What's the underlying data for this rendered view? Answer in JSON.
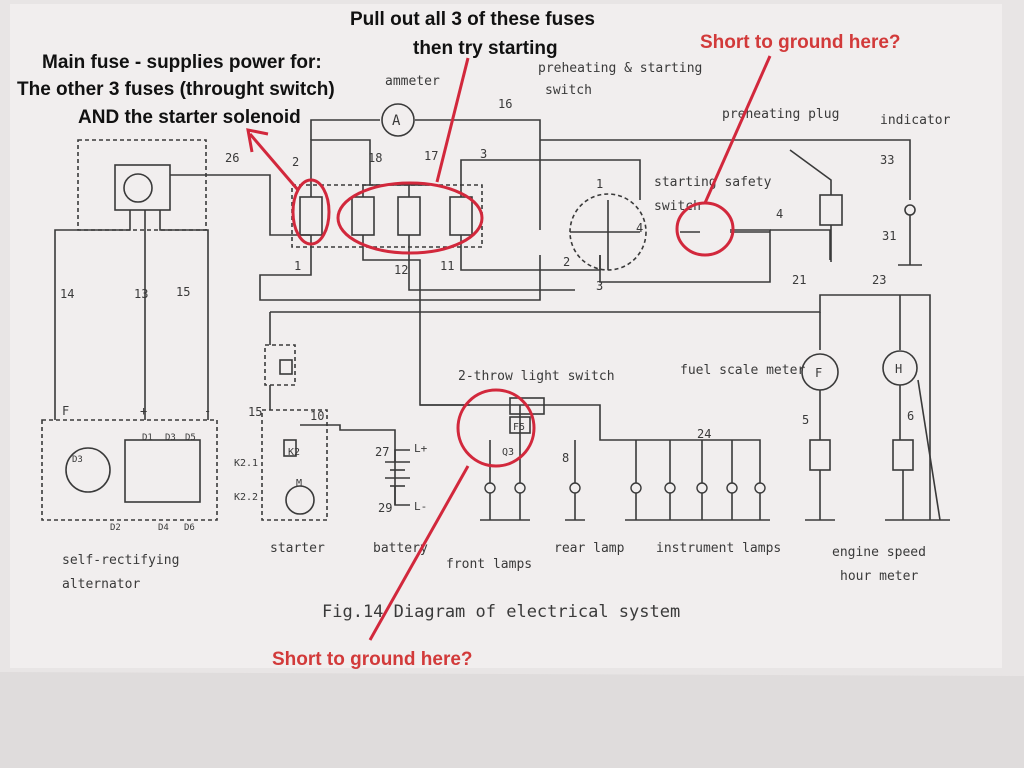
{
  "colors": {
    "paper": "#ece9e9",
    "ink": "#3a3a3a",
    "annotation_red": "#d2283c",
    "note_red": "#d23a3a",
    "note_black": "#111111"
  },
  "annotations": {
    "main_fuse": [
      "Main fuse - supplies power for:",
      "The other 3 fuses (throught switch)",
      "AND the starter solenoid"
    ],
    "pull_fuses": [
      "Pull out all 3 of these fuses",
      "then try starting"
    ],
    "short_top": "Short to ground here?",
    "short_bottom": "Short to ground here?"
  },
  "labels": {
    "preheating_switch": [
      "preheating & starting",
      "switch"
    ],
    "ammeter": "ammeter",
    "preheating_plug": "preheating plug",
    "indicator": "indicator",
    "starting_safety_switch": [
      "starting safety",
      "switch"
    ],
    "light_switch": "2-throw light switch",
    "fuel_meter": "fuel scale meter",
    "alternator": [
      "self-rectifying",
      "alternator"
    ],
    "starter": "starter",
    "battery": "battery",
    "front_lamps": "front lamps",
    "rear_lamp": "rear lamp",
    "instrument_lamps": "instrument lamps",
    "hour_meter": [
      "engine speed",
      "hour meter"
    ],
    "fig_caption": "Fig.14 Diagram of electrical system"
  },
  "symbols": {
    "ammeter": "A",
    "fuel": "F",
    "hour": "H",
    "field": "F",
    "plus": "+",
    "minus": "-",
    "l_plus": "L+",
    "l_minus": "L-",
    "k2": "K2",
    "k21": "K2.1",
    "k22": "K2.2",
    "m": "M",
    "f5": "F5",
    "q3": "Q3",
    "d3": "D3"
  },
  "diodes": [
    "D1",
    "D3",
    "D5",
    "D2",
    "D4",
    "D6"
  ],
  "wires": [
    "26",
    "2",
    "18",
    "17",
    "3",
    "16",
    "1",
    "12",
    "11",
    "14",
    "13",
    "15",
    "15",
    "10",
    "27",
    "29",
    "33",
    "31",
    "4",
    "21",
    "23",
    "5",
    "6",
    "24",
    "8",
    "2",
    "3",
    "4",
    "1"
  ]
}
